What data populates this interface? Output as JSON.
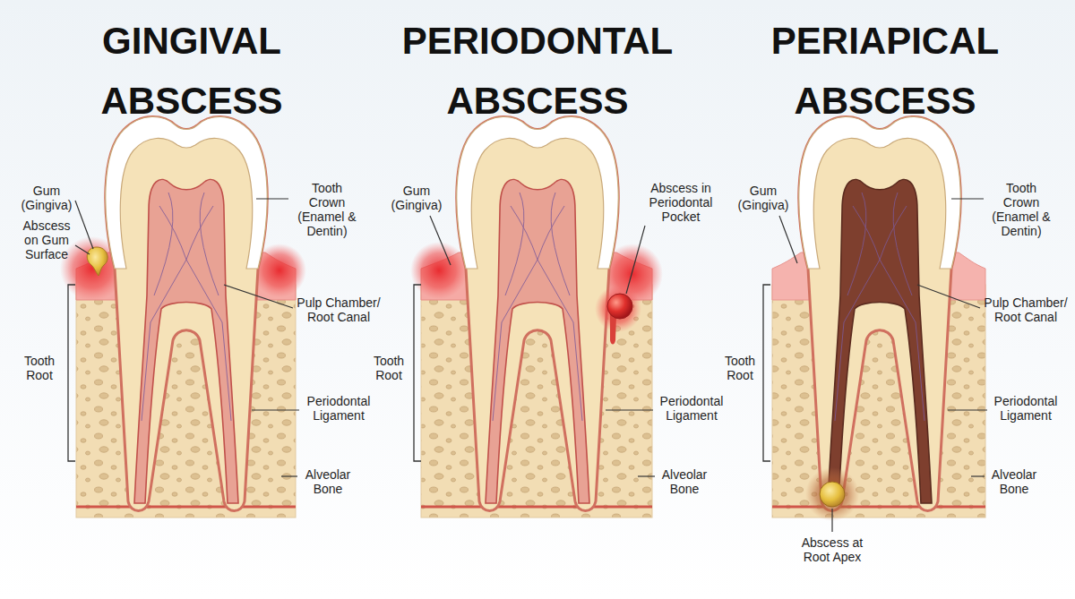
{
  "diagram": {
    "labels": [
      "GINGIVAL ABSCESS",
      "Gum (Gingiva)",
      "Tooth Crown (Enamel & Dentin)",
      "Abscess on Gum Surface",
      "Pulp Chamber/ Root Canal",
      "Tooth Root",
      "Periodontal Ligament",
      "Alveolar Bone",
      "PERIODONTAL ABSCESS",
      "Gum (Gingiva)",
      "Abscess in Periodontal Pocket",
      "Tooth Root",
      "Periodontal Ligament",
      "Alveolar Bone",
      "PERIAPICAL ABSCESS",
      "Gum (Gingiva)",
      "Tooth Crown (Enamel & Dentin)",
      "Pulp Chamber/ Root Canal",
      "Tooth Root",
      "Periodontal Ligament",
      "Alveolar Bone",
      "Abscess at Root Apex"
    ]
  }
}
